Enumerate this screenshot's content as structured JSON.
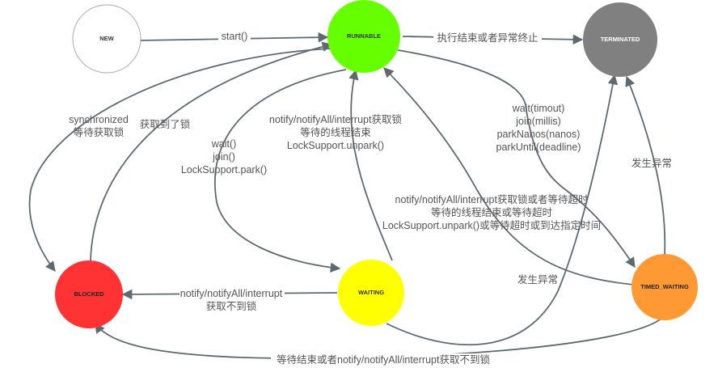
{
  "states": {
    "new": {
      "name": "NEW",
      "fill": "#ffffff"
    },
    "runnable": {
      "name": "RUNNABLE",
      "fill": "#66ff00"
    },
    "terminated": {
      "name": "TERMINATED",
      "fill": "#808080"
    },
    "blocked": {
      "name": "BLOCKED",
      "fill": "#ff3333"
    },
    "waiting": {
      "name": "WAITING",
      "fill": "#ffff00"
    },
    "timed_waiting": {
      "name": "TIMED_WAITING",
      "fill": "#ff9933"
    }
  },
  "transitions": {
    "new_to_runnable": [
      "start()"
    ],
    "runnable_to_terminated": [
      "执行结束或者异常终止"
    ],
    "runnable_to_blocked": [
      "synchronized",
      "等待获取锁"
    ],
    "blocked_to_runnable": [
      "获取到了锁"
    ],
    "runnable_to_waiting": [
      "wait()",
      "join()",
      "LockSupport.park()"
    ],
    "waiting_to_runnable": [
      "notify/notifyAll/interrupt获取锁",
      "等待的线程结束",
      "LockSupport.unpark()"
    ],
    "runnable_to_timed_waiting": [
      "wait(timout)",
      "join(millis)",
      "parkNanos(nanos)",
      "parkUntil(deadline)"
    ],
    "timed_waiting_to_runnable": [
      "notify/notifyAll/interrupt获取锁或者等待超时",
      "等待的线程结束或等待超时",
      "LockSupport.unpark()或等待超时或到达指定时间"
    ],
    "timed_waiting_to_terminated": [
      "发生异常"
    ],
    "waiting_to_terminated": [
      "发生异常"
    ],
    "waiting_to_blocked": [
      "notify/notifyAll/interrupt",
      "获取不到锁"
    ],
    "timed_waiting_to_blocked": [
      "等待结束或者notify/notifyAll/interrupt获取不到锁"
    ]
  }
}
